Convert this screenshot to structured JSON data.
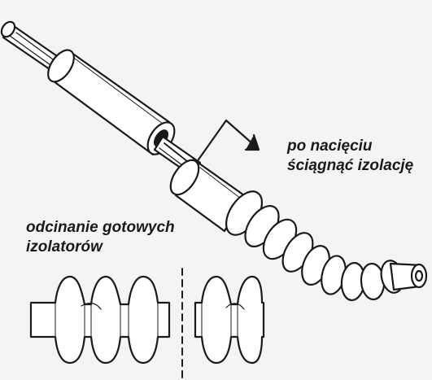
{
  "labels": {
    "strip_line1": "po nacięciu",
    "strip_line2": "ściągnąć izolację",
    "cut_line1": "odcinanie gotowych",
    "cut_line2": "izolatorów"
  },
  "colors": {
    "ink": "#1a1a1a",
    "paper": "#f4f4f4",
    "fill": "#ffffff"
  }
}
